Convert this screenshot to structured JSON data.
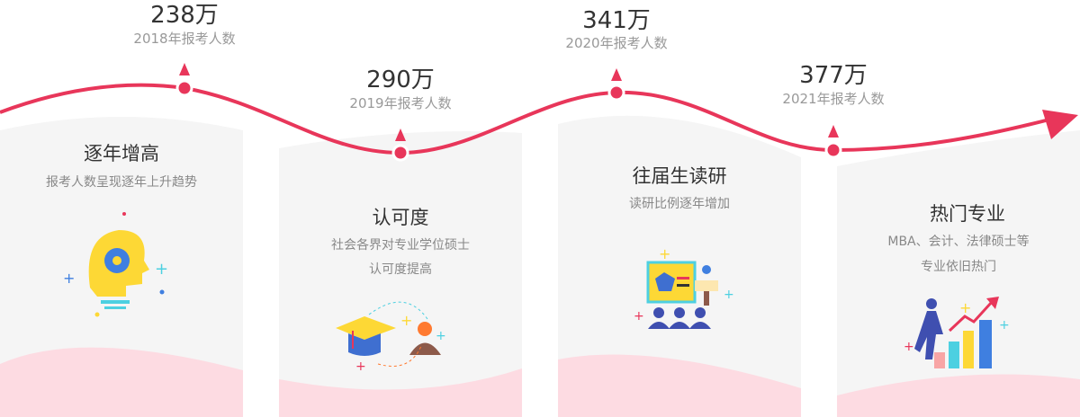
{
  "colors": {
    "accent": "#e8365a",
    "card": "#f5f5f5",
    "pink": "#fddbe2"
  },
  "milestones": [
    {
      "value": "238万",
      "label": "2018年报考人数"
    },
    {
      "value": "290万",
      "label": "2019年报考人数"
    },
    {
      "value": "341万",
      "label": "2020年报考人数"
    },
    {
      "value": "377万",
      "label": "2021年报考人数"
    }
  ],
  "cards": [
    {
      "title": "逐年增高",
      "lines": [
        "报考人数呈现逐年上升趋势"
      ],
      "icon": "head-gear-icon"
    },
    {
      "title": "认可度",
      "lines": [
        "社会各界对专业学位硕士",
        "认可度提高"
      ],
      "icon": "graduation-cap-icon"
    },
    {
      "title": "往届生读研",
      "lines": [
        "读研比例逐年增加"
      ],
      "icon": "presentation-board-icon"
    },
    {
      "title": "热门专业",
      "lines": [
        "MBA、会计、法律硕士等",
        "专业依旧热门"
      ],
      "icon": "growth-chart-icon"
    }
  ]
}
